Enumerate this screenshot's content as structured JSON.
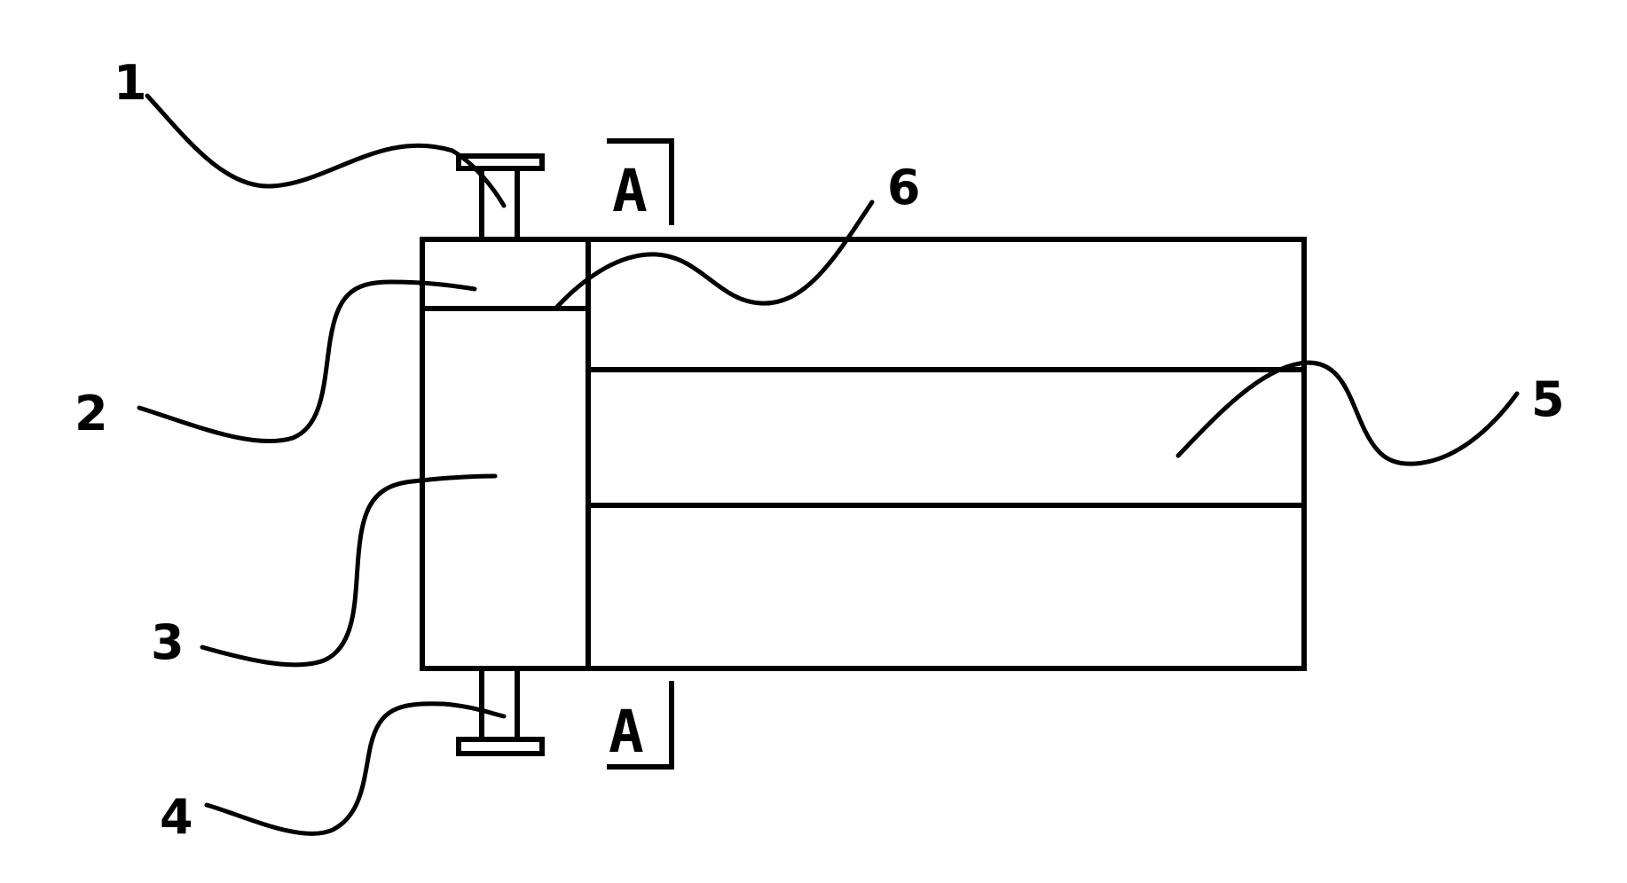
{
  "figure": {
    "ink_color": "#000000",
    "background_color": "#ffffff",
    "reference_labels": {
      "part_1": "1",
      "part_2": "2",
      "part_3": "3",
      "part_4": "4",
      "part_5": "5",
      "part_6": "6"
    },
    "section_marks": {
      "top": "A",
      "bottom": "A"
    }
  }
}
